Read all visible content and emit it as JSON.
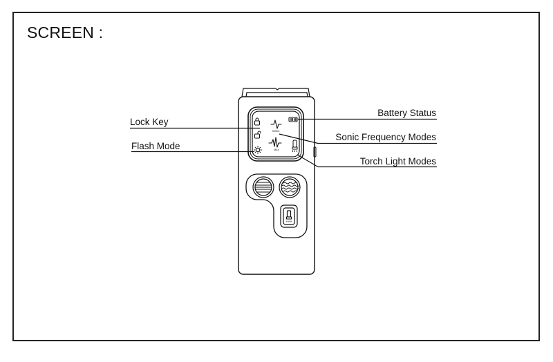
{
  "title": "SCREEN :",
  "device": {
    "screen_icons": [
      {
        "name": "lock-icon",
        "meaning": "locked"
      },
      {
        "name": "unlock-icon",
        "meaning": "unlocked"
      },
      {
        "name": "sun-icon",
        "meaning": "flash"
      },
      {
        "name": "sonic-wave-icon",
        "caption": "SONIC"
      },
      {
        "name": "max-wave-icon",
        "caption": "MAX"
      },
      {
        "name": "battery-icon",
        "bars": 4
      },
      {
        "name": "torch-icon"
      }
    ]
  },
  "labels": {
    "left": [
      "Lock Key",
      "Flash Mode"
    ],
    "right": [
      "Battery Status",
      "Sonic Frequency Modes",
      "Torch Light Modes"
    ]
  },
  "colors": {
    "line": "#111111",
    "background": "#ffffff"
  }
}
